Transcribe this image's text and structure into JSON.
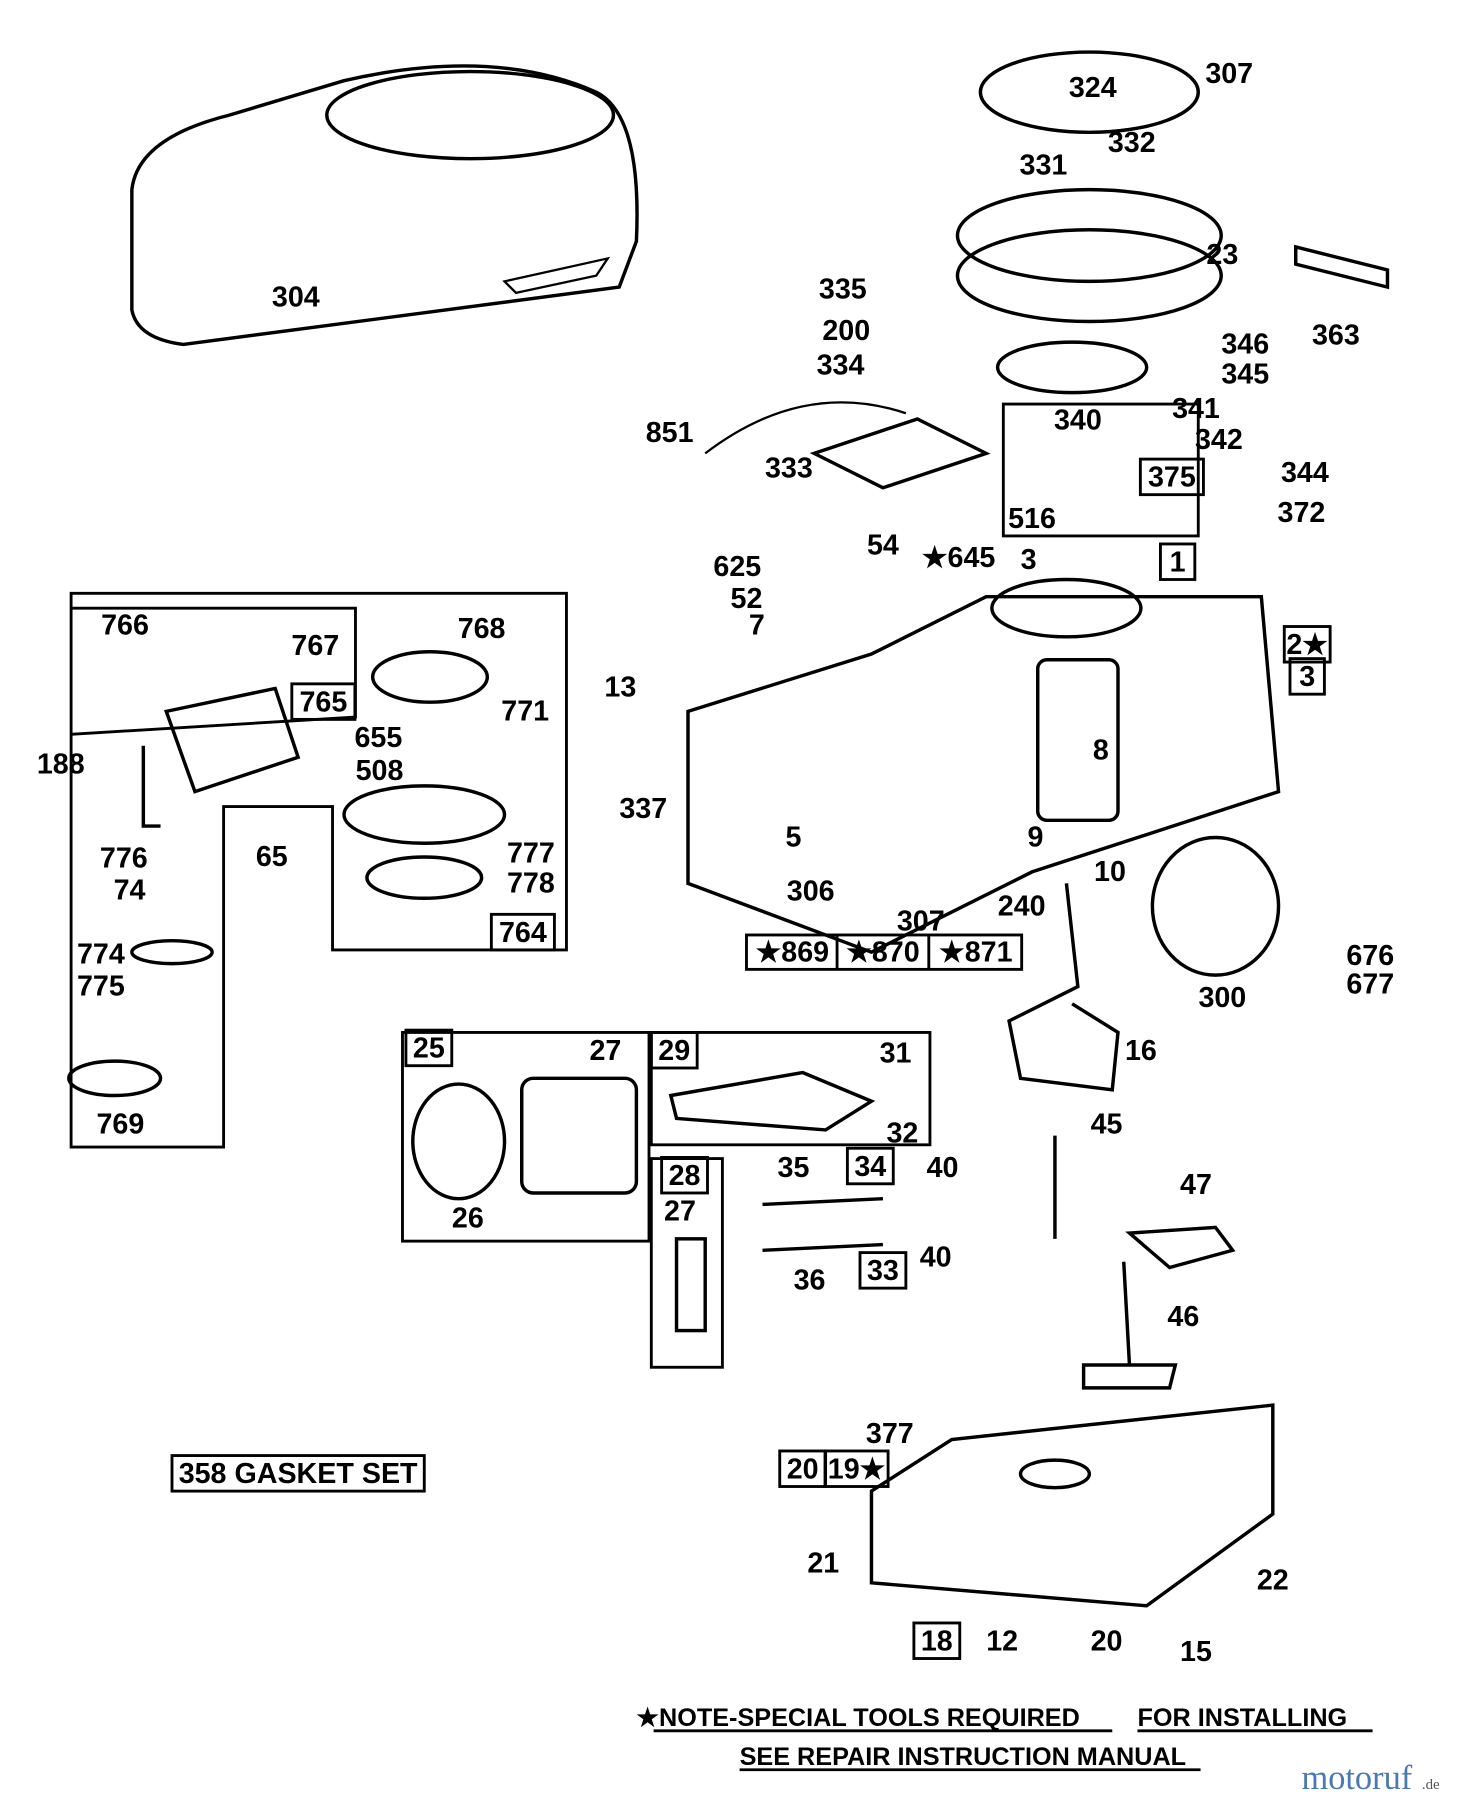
{
  "labels": [
    "304",
    "307",
    "324",
    "332",
    "331",
    "23",
    "363",
    "335",
    "200",
    "346",
    "345",
    "334",
    "341",
    "340",
    "342",
    "851",
    "333",
    "375",
    "344",
    "516",
    "372",
    "54",
    "★645",
    "3",
    "1",
    "625",
    "52",
    "7",
    "766",
    "768",
    "767",
    "2★",
    "3",
    "13",
    "765",
    "771",
    "655",
    "8",
    "508",
    "188",
    "337",
    "5",
    "9",
    "10",
    "776",
    "65",
    "777",
    "74",
    "778",
    "306",
    "240",
    "764",
    "307",
    "★869",
    "★870",
    "★871",
    "676",
    "677",
    "774",
    "775",
    "300",
    "16",
    "25",
    "27",
    "29",
    "31",
    "32",
    "45",
    "769",
    "26",
    "28",
    "35",
    "34",
    "40",
    "27",
    "47",
    "40",
    "33",
    "36",
    "46",
    "377",
    "358 GASKET SET",
    "20",
    "19★",
    "21",
    "22",
    "18",
    "12",
    "20",
    "15"
  ],
  "note": {
    "line1a": "★NOTE-SPECIAL TOOLS REQUIRED",
    "line1b": "FOR INSTALLING",
    "line2": "SEE REPAIR INSTRUCTION MANUAL"
  },
  "watermark": {
    "main": "motoruf",
    "suffix": ".de"
  }
}
